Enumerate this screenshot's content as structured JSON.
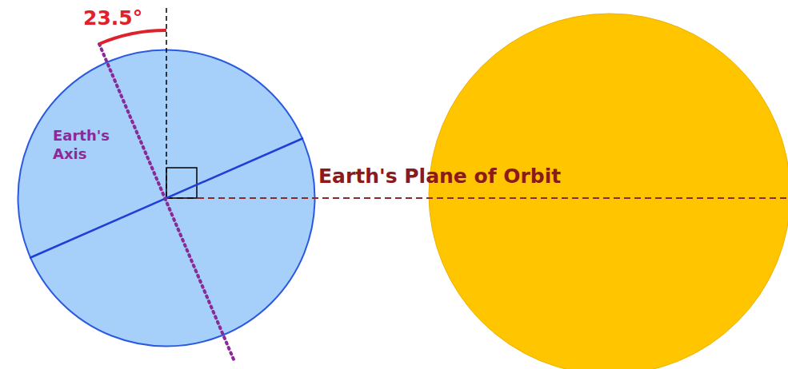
{
  "diagram": {
    "nodes": [
      {
        "text": [
          "Earth's Axis"
        ]
      }
    ],
    "labels": [
      "23.5°",
      "Earth's Plane of Orbit"
    ]
  }
}
